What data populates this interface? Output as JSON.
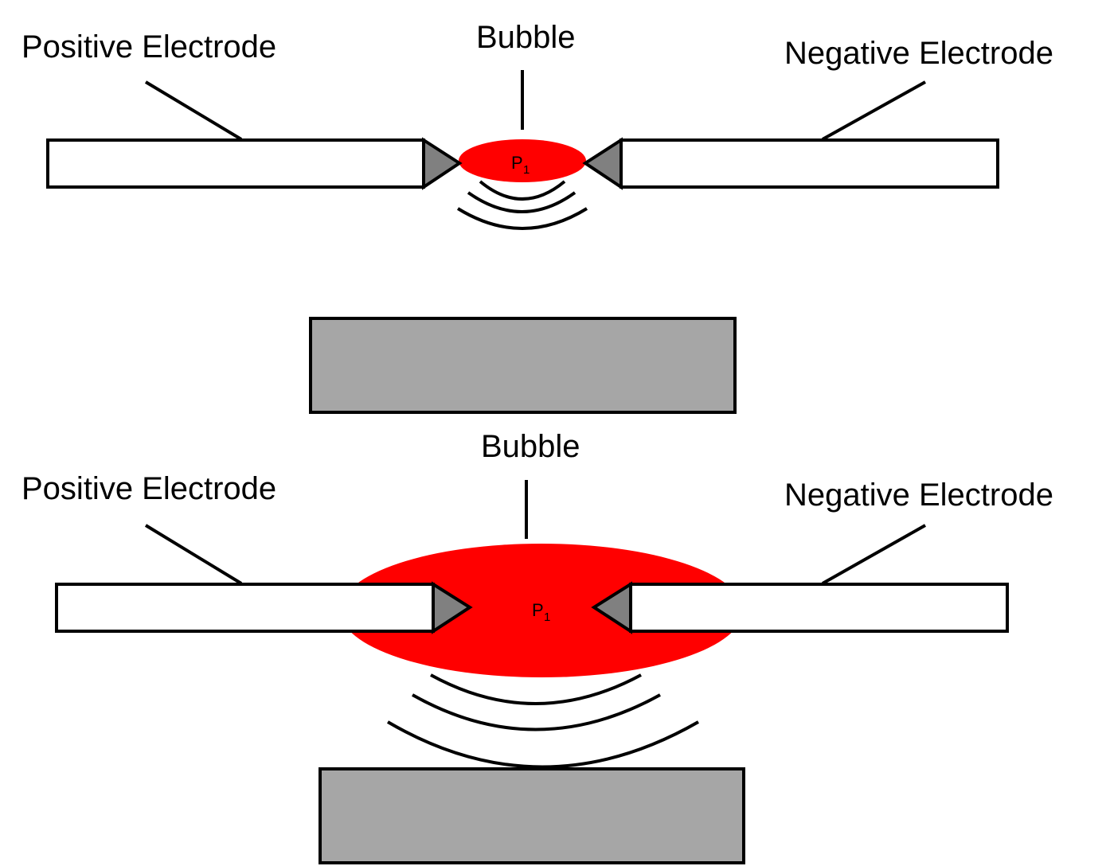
{
  "colors": {
    "bubble": "#ff0000",
    "electrode_tip": "#808080",
    "plate": "#a6a6a6",
    "electrode_body": "#ffffff",
    "outline": "#000000"
  },
  "top_panel": {
    "positive_label": "Positive Electrode",
    "negative_label": "Negative Electrode",
    "bubble_label": "Bubble",
    "pressure_symbol": "P",
    "pressure_index": "1"
  },
  "bottom_panel": {
    "positive_label": "Positive Electrode",
    "negative_label": "Negative Electrode",
    "bubble_label": "Bubble",
    "pressure_symbol": "P",
    "pressure_index": "1"
  }
}
